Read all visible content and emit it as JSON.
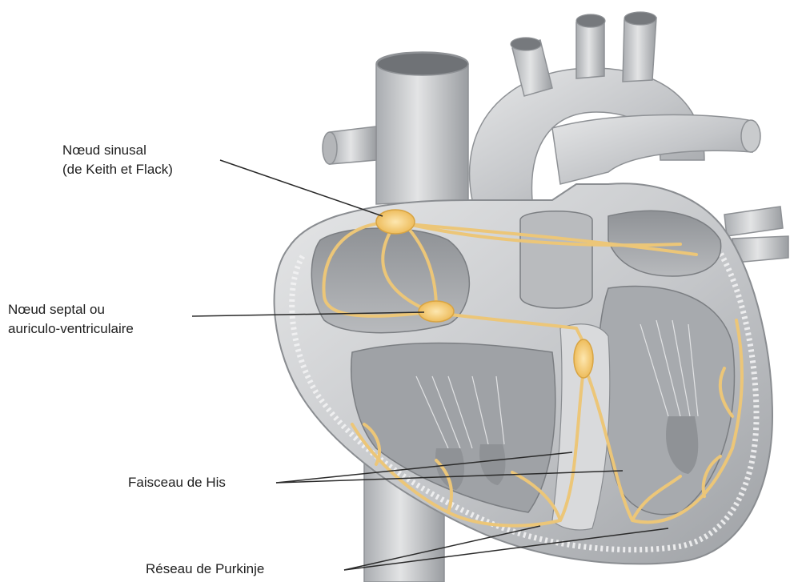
{
  "labels": {
    "sa_node_line1": "Nœud sinusal",
    "sa_node_line2": "(de Keith et Flack)",
    "av_node_line1": "Nœud septal ou",
    "av_node_line2": "auriculo-ventriculaire",
    "bundle_of_his": "Faisceau de His",
    "purkinje": "Réseau de Purkinje"
  },
  "colors": {
    "heart_body": "#c9cbcd",
    "heart_light": "#e4e5e6",
    "heart_dark": "#8d9094",
    "conduction": "#ecc678",
    "conduction_stroke": "#c79a45",
    "node_fill": "#f6cf7a",
    "leader_line": "#2a2a2a"
  }
}
